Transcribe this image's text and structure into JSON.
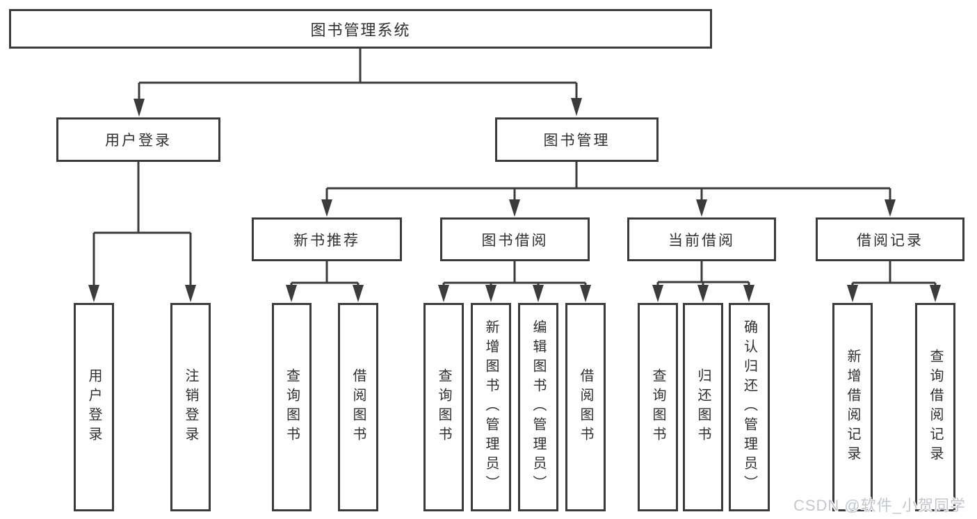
{
  "diagram": {
    "root": "图书管理系统",
    "branches": {
      "user_login": {
        "label": "用户登录",
        "children": [
          "用户登录",
          "注销登录"
        ]
      },
      "book_mgmt": {
        "label": "图书管理",
        "sections": {
          "new_books": {
            "label": "新书推荐",
            "children": [
              "查询图书",
              "借阅图书"
            ]
          },
          "book_borrow": {
            "label": "图书借阅",
            "children": [
              "查询图书",
              "新增图书（管理员）",
              "编辑图书（管理员）",
              "借阅图书"
            ]
          },
          "current_borrow": {
            "label": "当前借阅",
            "children": [
              "查询图书",
              "归还图书",
              "确认归还（管理员）"
            ]
          },
          "borrow_records": {
            "label": "借阅记录",
            "children": [
              "新增借阅记录",
              "查询借阅记录"
            ]
          }
        }
      }
    }
  },
  "watermark": "CSDN @软件_小贺同学",
  "colors": {
    "line": "#3b3b3b",
    "text": "#2f2f2f",
    "watermark": "#c3c7cc",
    "background": "#ffffff"
  }
}
